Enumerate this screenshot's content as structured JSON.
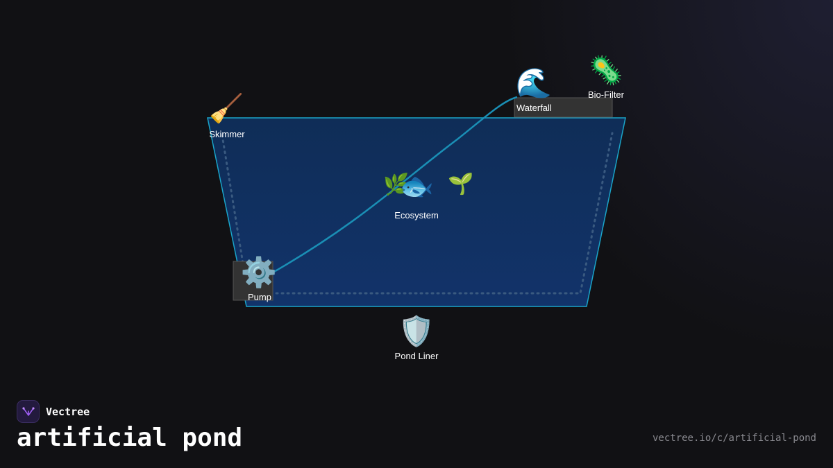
{
  "diagram": {
    "nodes": {
      "skimmer": {
        "label": "Skimmer",
        "icon": "broom-icon",
        "glyph": "🧹"
      },
      "waterfall": {
        "label": "Waterfall",
        "icon": "wave-icon",
        "glyph": "🌊"
      },
      "biofilter": {
        "label": "Bio-Filter",
        "icon": "microbe-icon",
        "glyph": "🦠"
      },
      "ecosystem": {
        "label": "Ecosystem",
        "icon": "fish-icon",
        "glyph": "🐟",
        "plant_glyph": "🌿",
        "sprout_glyph": "🌱"
      },
      "pump": {
        "label": "Pump",
        "icon": "gear-icon",
        "glyph": "⚙️"
      },
      "liner": {
        "label": "Pond Liner",
        "icon": "shield-icon",
        "glyph": "🛡️"
      }
    },
    "colors": {
      "water": "#10305f",
      "edge": "#1aa5c9",
      "flow": "#1a8fb5",
      "box": "#333333"
    }
  },
  "footer": {
    "brand": "Vectree",
    "title": "artificial pond",
    "url": "vectree.io/c/artificial-pond"
  }
}
